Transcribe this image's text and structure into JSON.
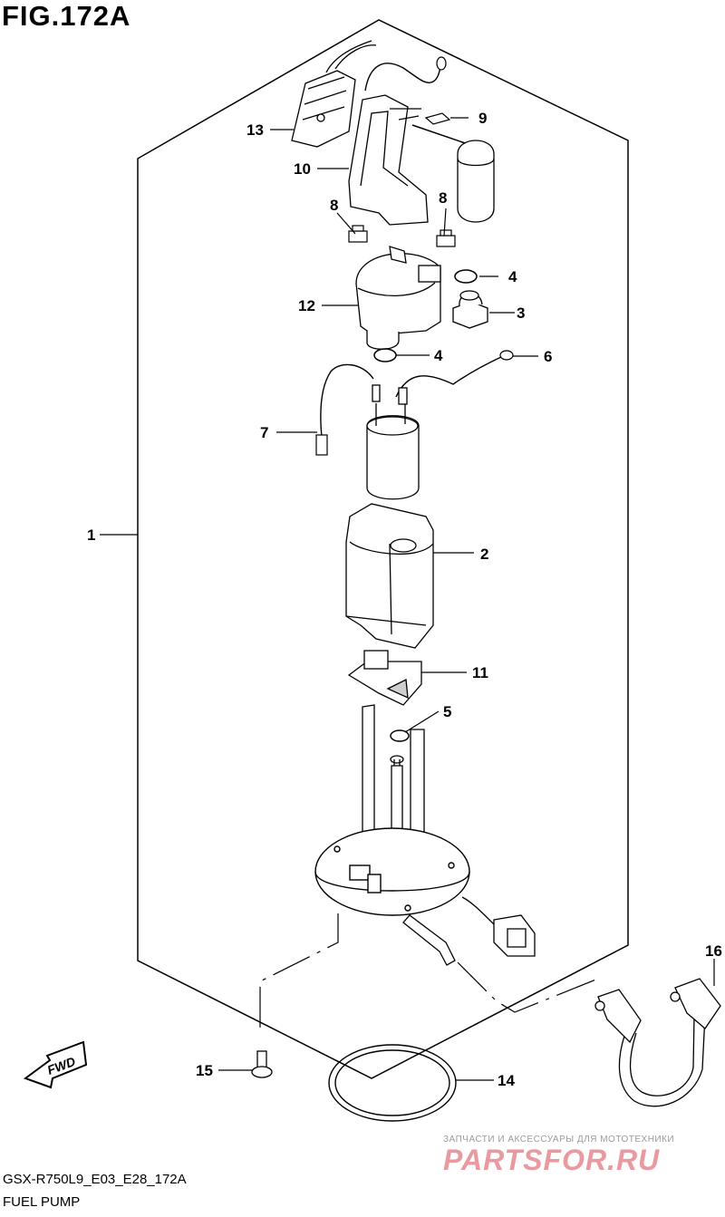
{
  "figure": {
    "title": "FIG.172A",
    "model_code": "GSX-R750L9_E03_E28_172A",
    "caption": "FUEL PUMP"
  },
  "badge": {
    "label": "FWD"
  },
  "callouts": [
    "1",
    "2",
    "3",
    "4",
    "4",
    "5",
    "6",
    "7",
    "8",
    "8",
    "9",
    "10",
    "11",
    "12",
    "13",
    "14",
    "15",
    "16"
  ],
  "watermark": {
    "subtitle": "ЗАПЧАСТИ И АКСЕССУАРЫ ДЛЯ МОТОТЕХНИКИ",
    "logo": "PARTSFOR.RU"
  }
}
